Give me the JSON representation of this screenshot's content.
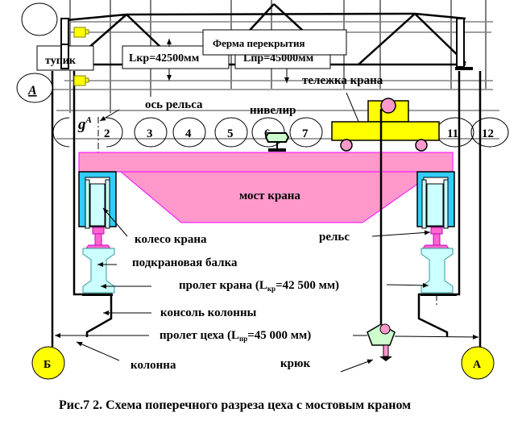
{
  "figure": {
    "caption": "Рис.7 2. Схема поперечного разреза цеха с мостовым краном"
  },
  "labels": {
    "truss": "Ферма перекрытия",
    "crane_span_box": "Lкр=42500мм",
    "shop_span_box": "Lпр=45000мм",
    "tupik": "тупик",
    "trolley": "тележка крана",
    "rail_axis": "ось рельса",
    "level": "нивелир",
    "bridge": "мост крана",
    "wheel": "колесо крана",
    "rail": "рельс",
    "crane_beam": "подкрановая балка",
    "crane_span_prefix": "пролет крана (L",
    "crane_span_sub": "кр",
    "crane_span_suffix": "=42 500 мм)",
    "console": "консоль колонны",
    "shop_span_prefix": "пролет цеха (L",
    "shop_span_sub": "пр",
    "shop_span_suffix": "=45 000 мм)",
    "column": "колонна",
    "hook": "крюк",
    "g_label": "g",
    "g_sup": "A"
  },
  "axes": {
    "left": "Б",
    "right": "А",
    "circle_a": "А"
  },
  "station_numbers": [
    "2",
    "3",
    "4",
    "5",
    "6",
    "7",
    "11",
    "12"
  ],
  "colors": {
    "bridge_fill": "#ff99cc",
    "bridge_stroke": "#ff00ff",
    "wheel_frame": "#33ccff",
    "wheel_body": "#ccffff",
    "rail_fill": "#ff66cc",
    "beam_fill": "#ccffff",
    "beam_stroke": "#339999",
    "trolley_fill": "#ffff00",
    "axis_circle_fill": "#ffff00",
    "hook_fill": "#ccffcc",
    "pink_ball": "#ff99cc",
    "level_fill": "#ccffcc"
  }
}
